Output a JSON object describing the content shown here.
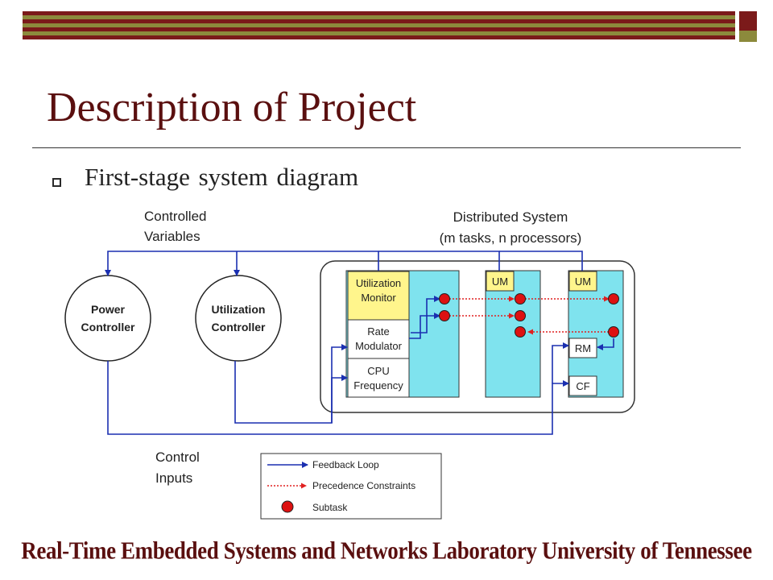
{
  "slide": {
    "title": "Description of Project",
    "bullet": "First-stage system diagram",
    "footer": "Real-Time Embedded Systems and Networks Laboratory  University of Tennessee"
  },
  "diagram": {
    "controlled_variables": [
      "Controlled",
      "Variables"
    ],
    "distributed_system": [
      "Distributed System",
      "(m tasks, n processors)"
    ],
    "power_controller": [
      "Power",
      "Controller"
    ],
    "utilization_controller": [
      "Utilization",
      "Controller"
    ],
    "utilization_monitor": [
      "Utilization",
      "Monitor"
    ],
    "rate_modulator": [
      "Rate",
      "Modulator"
    ],
    "cpu_frequency": [
      "CPU",
      "Frequency"
    ],
    "um_1": "UM",
    "um_2": "UM",
    "rm": "RM",
    "cf": "CF",
    "control_inputs": [
      "Control",
      "Inputs"
    ],
    "legend": {
      "feedback_loop": "Feedback Loop",
      "precedence_constraints": "Precedence Constraints",
      "subtask": "Subtask"
    }
  },
  "colors": {
    "title": "#5a0f0f",
    "stripe_dark": "#7b1a1a",
    "stripe_olive": "#8c8a3c",
    "processor_fill": "#7fe3ee",
    "monitor_fill": "#fff58c",
    "feedback_line": "#1a2fb0",
    "precedence_line": "#e02020",
    "subtask_fill": "#dd1111"
  }
}
